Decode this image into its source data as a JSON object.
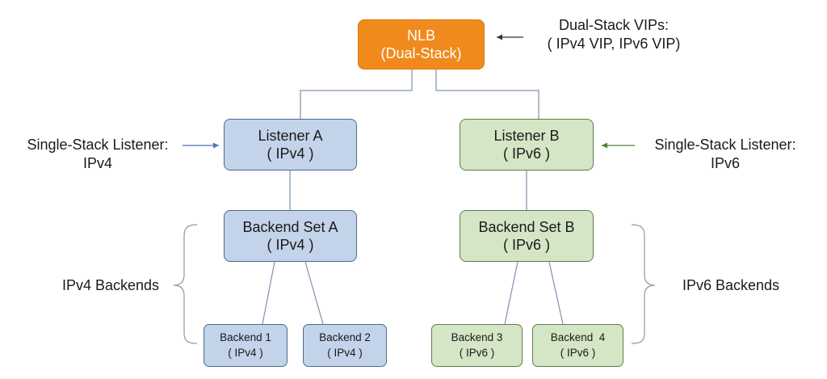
{
  "colors": {
    "nlb_fill": "#f08a1c",
    "ipv4_fill": "#c3d3ea",
    "ipv6_fill": "#d4e6c5",
    "ipv4_arrow": "#4a72b8",
    "ipv6_arrow": "#4e7d3a",
    "connector": "#7d93ad"
  },
  "nlb": {
    "line1": "NLB",
    "line2": "(Dual-Stack)"
  },
  "vip_annotation": {
    "line1": "Dual-Stack VIPs:",
    "line2": "( IPv4 VIP, IPv6 VIP)"
  },
  "listener_a": {
    "line1": "Listener A",
    "line2": "( IPv4 )"
  },
  "listener_b": {
    "line1": "Listener B",
    "line2": "( IPv6 )"
  },
  "listener_a_annotation": {
    "line1": "Single-Stack Listener:",
    "line2": "IPv4"
  },
  "listener_b_annotation": {
    "line1": "Single-Stack Listener:",
    "line2": "IPv6"
  },
  "backend_set_a": {
    "line1": "Backend Set A",
    "line2": "( IPv4 )"
  },
  "backend_set_b": {
    "line1": "Backend Set B",
    "line2": "( IPv6 )"
  },
  "backends": [
    {
      "line1": "Backend 1",
      "line2": "( IPv4 )"
    },
    {
      "line1": "Backend 2",
      "line2": "( IPv4 )"
    },
    {
      "line1": "Backend 3",
      "line2": "( IPv6 )"
    },
    {
      "line1": "Backend  4",
      "line2": "( IPv6 )"
    }
  ],
  "ipv4_backends_label": "IPv4 Backends",
  "ipv6_backends_label": "IPv6 Backends",
  "icons": {
    "vip_arrow": "arrow-left-icon",
    "ipv4_arrow": "arrow-right-icon",
    "ipv6_arrow": "arrow-left-icon",
    "ipv4_brace": "left-brace-icon",
    "ipv6_brace": "right-brace-icon"
  }
}
